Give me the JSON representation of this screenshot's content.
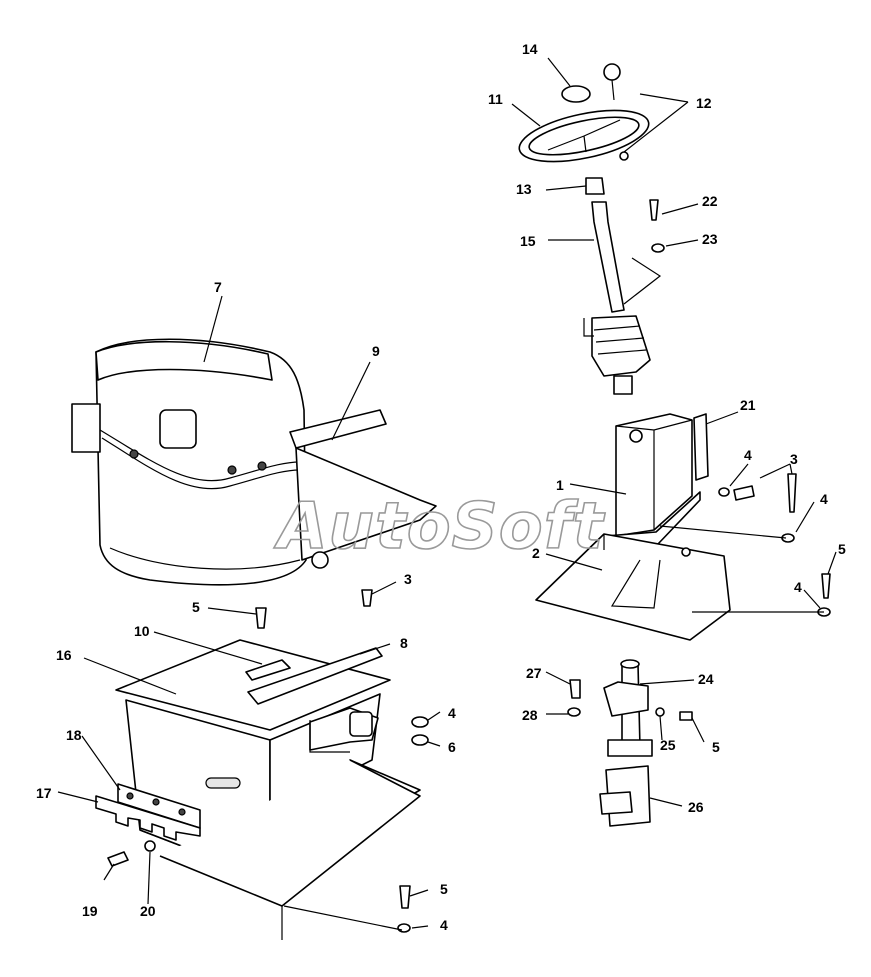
{
  "watermark": "AutoSoft",
  "callouts": {
    "n1": "1",
    "n2": "2",
    "n3a": "3",
    "n3b": "3",
    "n4a": "4",
    "n4b": "4",
    "n4c": "4",
    "n4d": "4",
    "n4e": "4",
    "n5a": "5",
    "n5b": "5",
    "n5c": "5",
    "n5d": "5",
    "n6": "6",
    "n7": "7",
    "n8": "8",
    "n9": "9",
    "n10": "10",
    "n11": "11",
    "n12": "12",
    "n13": "13",
    "n14": "14",
    "n15": "15",
    "n16": "16",
    "n17": "17",
    "n18": "18",
    "n19": "19",
    "n20": "20",
    "n21": "21",
    "n22": "22",
    "n23": "23",
    "n24": "24",
    "n25": "25",
    "n26": "26",
    "n27": "27",
    "n28": "28"
  }
}
